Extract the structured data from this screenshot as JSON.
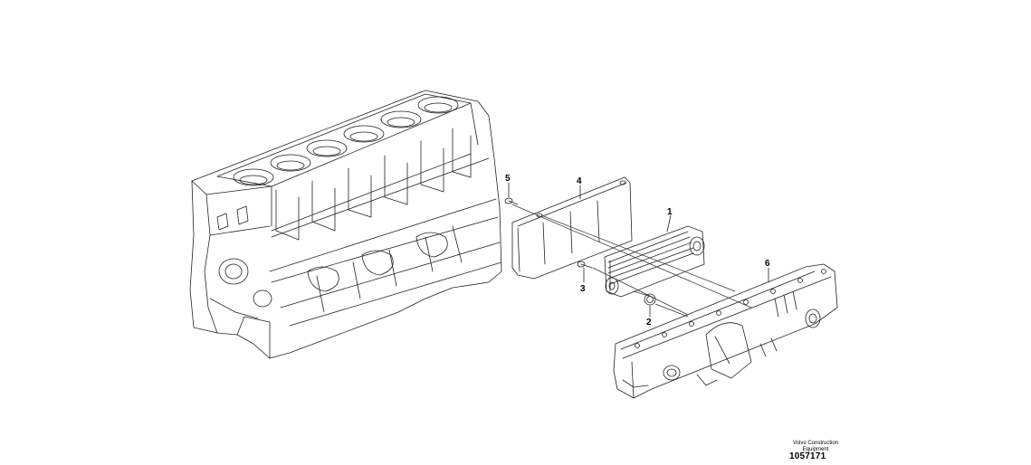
{
  "callouts": [
    {
      "number": "1",
      "part": "oil-cooler"
    },
    {
      "number": "2",
      "part": "seal-ring"
    },
    {
      "number": "3",
      "part": "bolt"
    },
    {
      "number": "4",
      "part": "gasket-plate"
    },
    {
      "number": "5",
      "part": "bolt"
    },
    {
      "number": "6",
      "part": "cooler-cover"
    }
  ],
  "footer": {
    "credit_line1": "Volvo Construction",
    "credit_line2": "Equipment",
    "reference": "1057171"
  }
}
